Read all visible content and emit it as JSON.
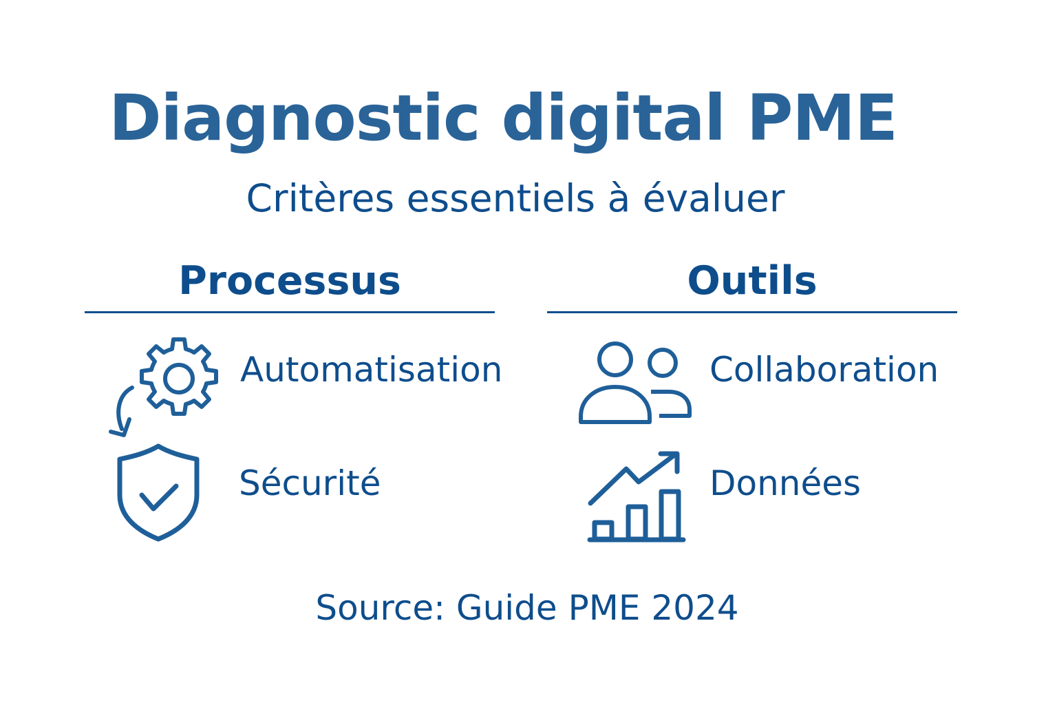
{
  "title": "Diagnostic digital PME",
  "subtitle": "Critères essentiels à évaluer",
  "columns": [
    {
      "header": "Processus",
      "items": [
        {
          "label": "Automatisation",
          "icon": "gear-with-arrow-icon"
        },
        {
          "label": "Sécurité",
          "icon": "shield-check-icon"
        }
      ]
    },
    {
      "header": "Outils",
      "items": [
        {
          "label": "Collaboration",
          "icon": "users-icon"
        },
        {
          "label": "Données",
          "icon": "bar-chart-trend-icon"
        }
      ]
    }
  ],
  "source": "Source: Guide PME 2024",
  "colors": {
    "title": "#2a6397",
    "text": "#0e4d8c",
    "icon": "#1f5f99",
    "background": "#ffffff"
  }
}
